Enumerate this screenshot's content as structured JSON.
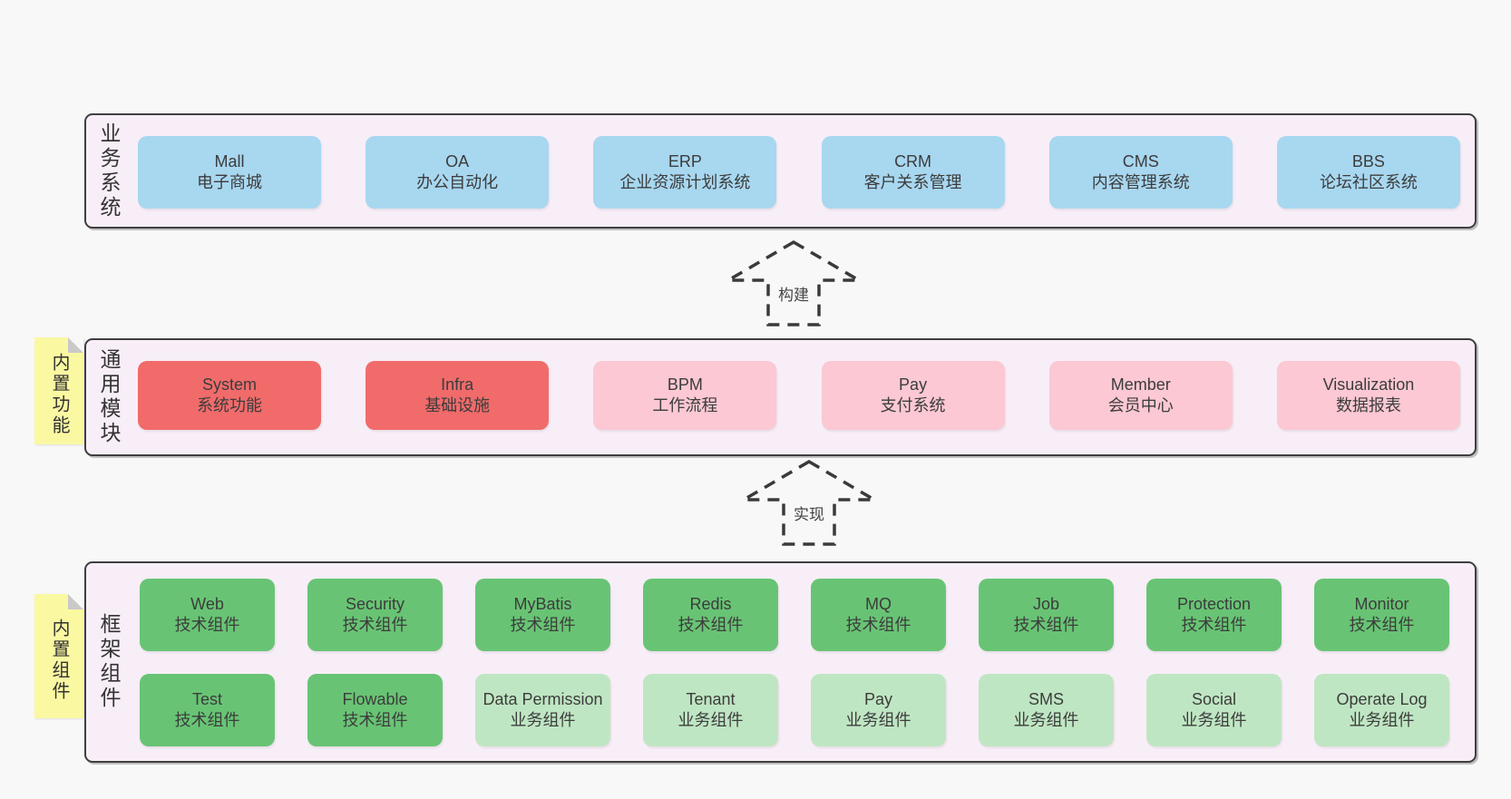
{
  "palette": {
    "page_bg": "#f8f8f8",
    "panel_bg": "#f8eef7",
    "panel_border": "#3f3f3f",
    "box_blue": "#a8d7f0",
    "box_red": "#f16b6b",
    "box_pink": "#fbc8d3",
    "box_green": "#68c474",
    "box_green_light": "#bfe6c3",
    "note_yellow": "#fbf8a2",
    "note_fold_gray": "#c9c9c9",
    "text": "#3c3c3c"
  },
  "arrows": {
    "build": "构建",
    "implement": "实现"
  },
  "business": {
    "label": "业务系统",
    "boxes": [
      {
        "en": "Mall",
        "zh": "电子商城",
        "variant": "blue"
      },
      {
        "en": "OA",
        "zh": "办公自动化",
        "variant": "blue"
      },
      {
        "en": "ERP",
        "zh": "企业资源计划系统",
        "variant": "blue"
      },
      {
        "en": "CRM",
        "zh": "客户关系管理",
        "variant": "blue"
      },
      {
        "en": "CMS",
        "zh": "内容管理系统",
        "variant": "blue"
      },
      {
        "en": "BBS",
        "zh": "论坛社区系统",
        "variant": "blue"
      }
    ]
  },
  "modules": {
    "label": "通用模块",
    "note": "内置功能",
    "boxes": [
      {
        "en": "System",
        "zh": "系统功能",
        "variant": "red"
      },
      {
        "en": "Infra",
        "zh": "基础设施",
        "variant": "red"
      },
      {
        "en": "BPM",
        "zh": "工作流程",
        "variant": "pink"
      },
      {
        "en": "Pay",
        "zh": "支付系统",
        "variant": "pink"
      },
      {
        "en": "Member",
        "zh": "会员中心",
        "variant": "pink"
      },
      {
        "en": "Visualization",
        "zh": "数据报表",
        "variant": "pink"
      }
    ]
  },
  "framework": {
    "label": "框架组件",
    "note": "内置组件",
    "row1": [
      {
        "en": "Web",
        "zh": "技术组件",
        "variant": "green"
      },
      {
        "en": "Security",
        "zh": "技术组件",
        "variant": "green"
      },
      {
        "en": "MyBatis",
        "zh": "技术组件",
        "variant": "green"
      },
      {
        "en": "Redis",
        "zh": "技术组件",
        "variant": "green"
      },
      {
        "en": "MQ",
        "zh": "技术组件",
        "variant": "green"
      },
      {
        "en": "Job",
        "zh": "技术组件",
        "variant": "green"
      },
      {
        "en": "Protection",
        "zh": "技术组件",
        "variant": "green"
      },
      {
        "en": "Monitor",
        "zh": "技术组件",
        "variant": "green"
      }
    ],
    "row2": [
      {
        "en": "Test",
        "zh": "技术组件",
        "variant": "green"
      },
      {
        "en": "Flowable",
        "zh": "技术组件",
        "variant": "green"
      },
      {
        "en": "Data Permission",
        "zh": "业务组件",
        "variant": "green_light"
      },
      {
        "en": "Tenant",
        "zh": "业务组件",
        "variant": "green_light"
      },
      {
        "en": "Pay",
        "zh": "业务组件",
        "variant": "green_light"
      },
      {
        "en": "SMS",
        "zh": "业务组件",
        "variant": "green_light"
      },
      {
        "en": "Social",
        "zh": "业务组件",
        "variant": "green_light"
      },
      {
        "en": "Operate Log",
        "zh": "业务组件",
        "variant": "green_light"
      }
    ]
  }
}
